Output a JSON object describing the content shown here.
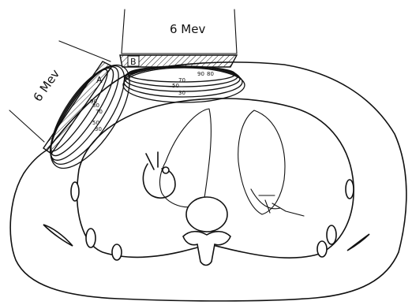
{
  "beams": [
    {
      "energy_label": "6 Mev",
      "field_label": "A"
    },
    {
      "energy_label": "6 Mev",
      "field_label": "B"
    }
  ],
  "isodose_labels": {
    "field_a": [
      "90",
      "80",
      "70",
      "50",
      "30"
    ],
    "field_b": [
      "90",
      "80",
      "70",
      "50",
      "30"
    ]
  },
  "colors": {
    "ink": "#111111",
    "background": "#ffffff"
  }
}
